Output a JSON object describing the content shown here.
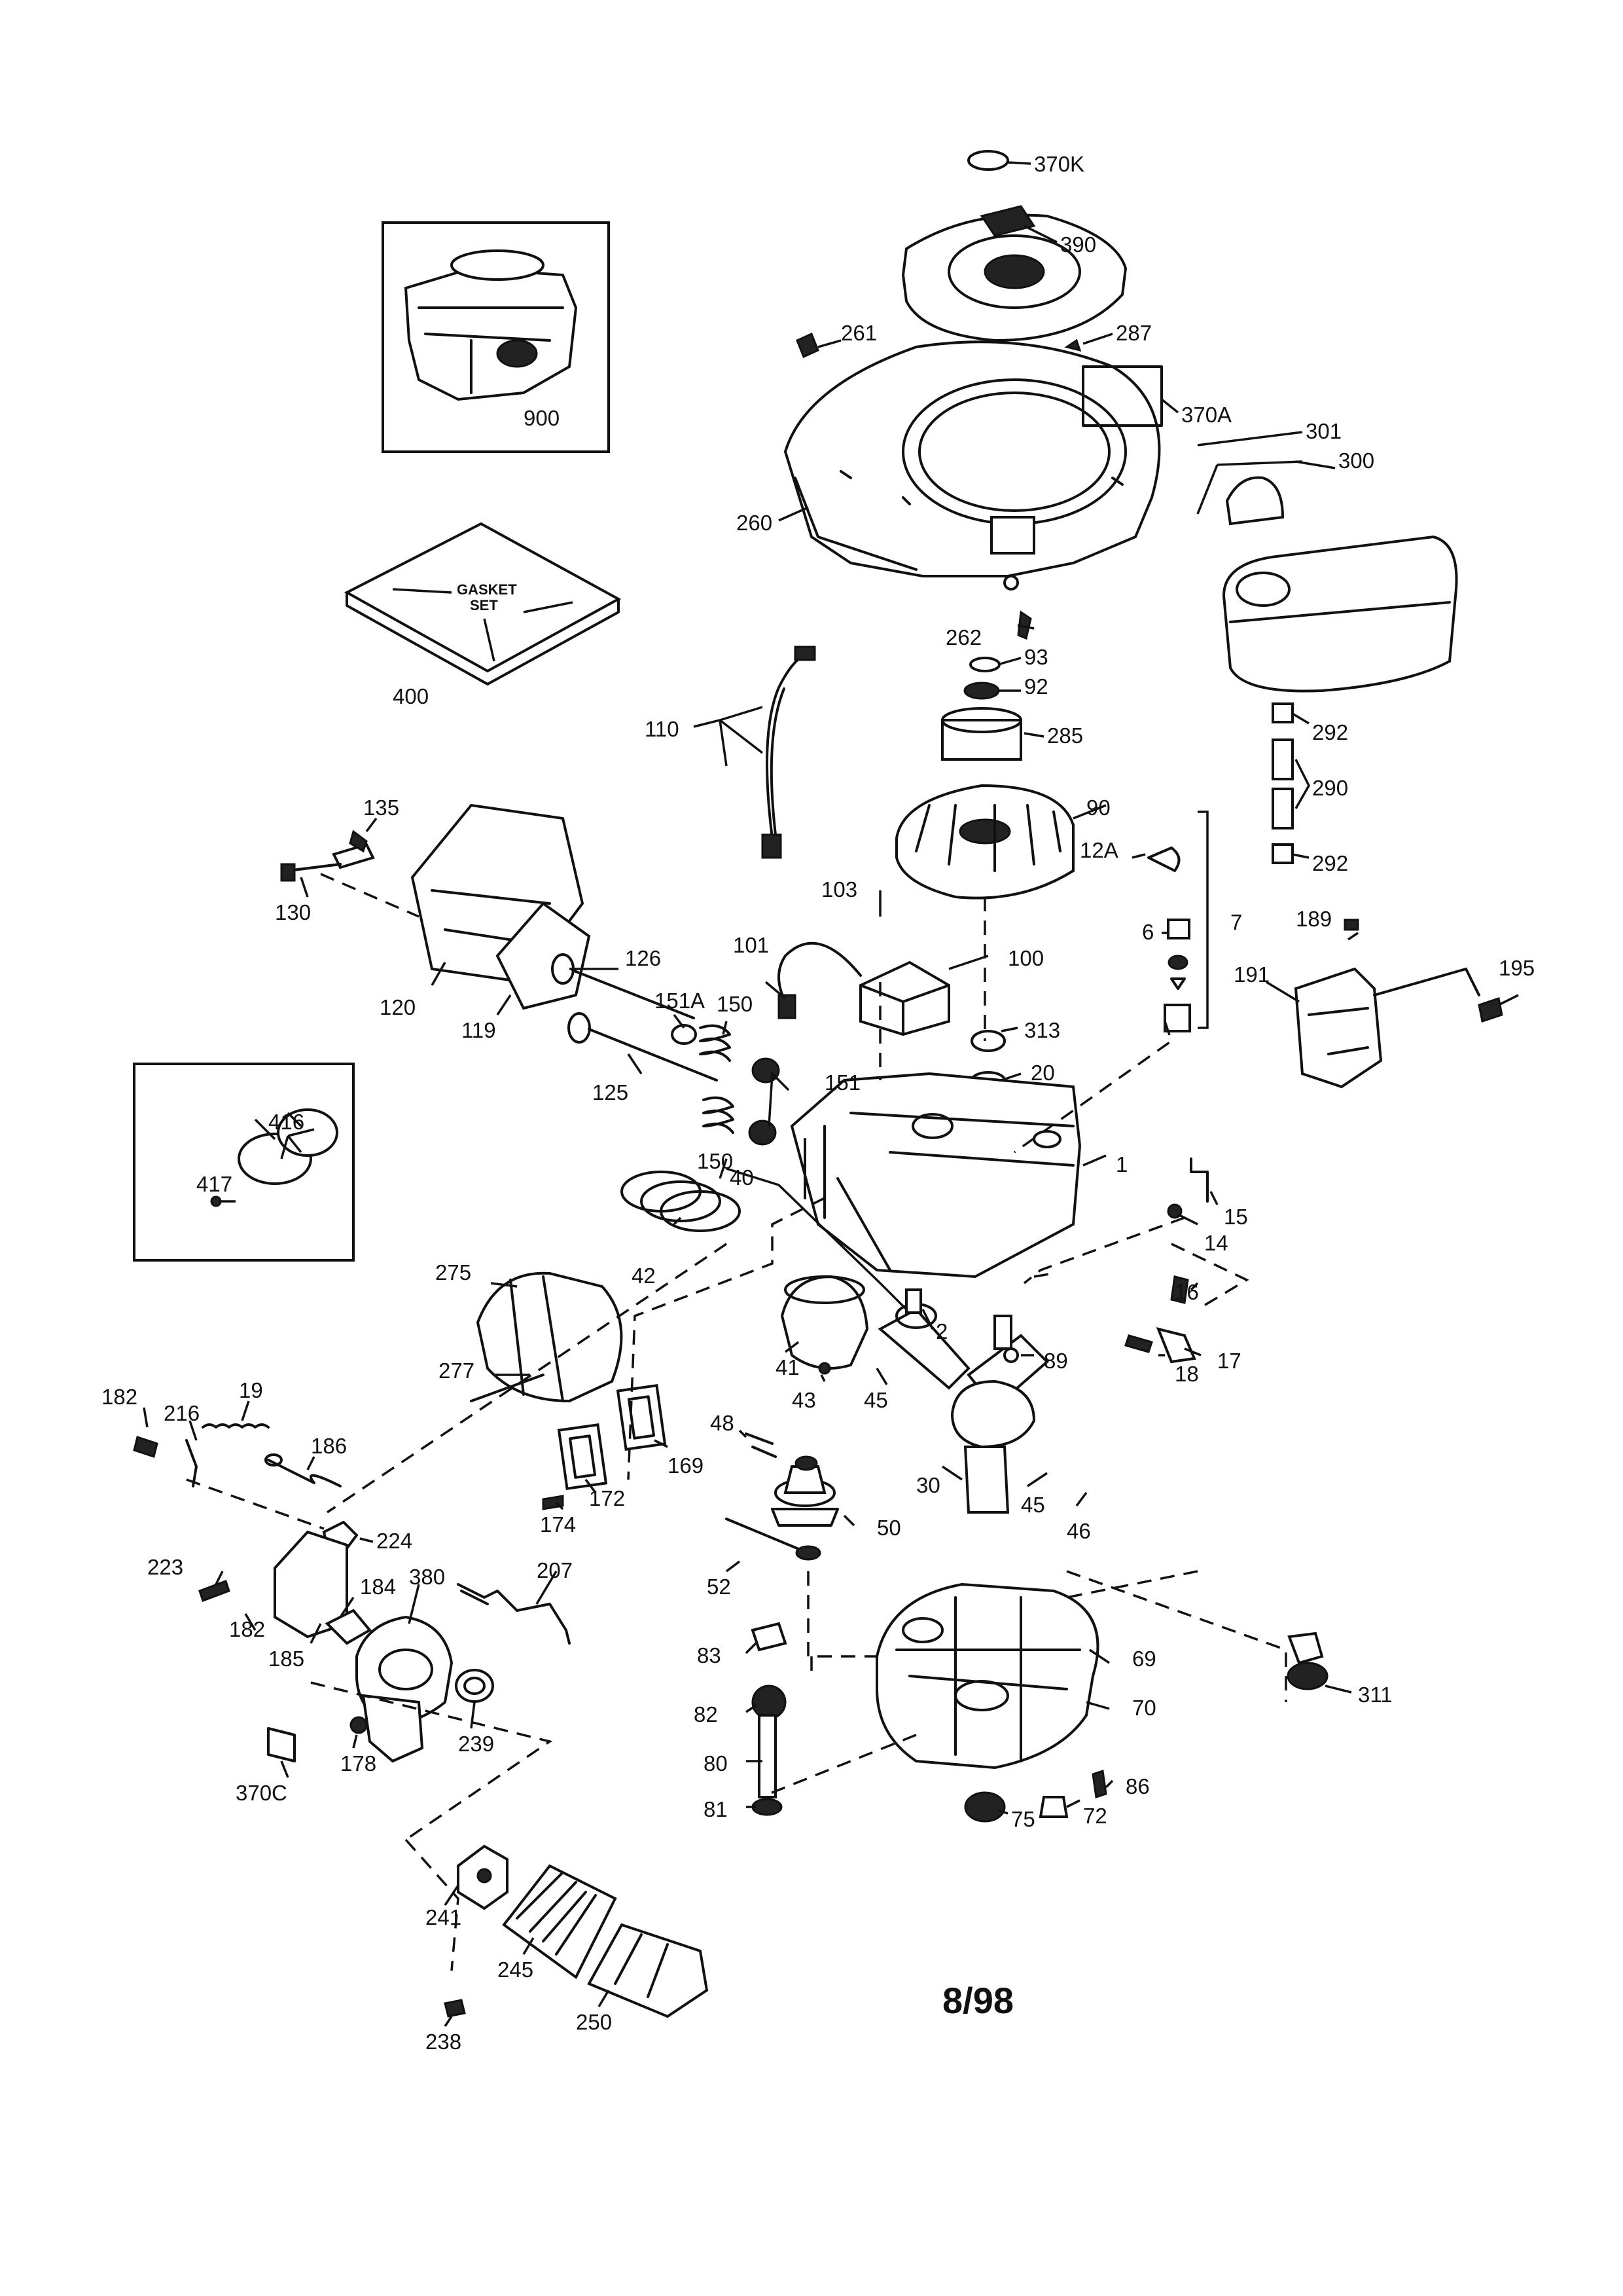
{
  "gasket_text": [
    "GASKET",
    "SET"
  ],
  "date": "8/98",
  "labels": {
    "p370K": "370K",
    "p390": "390",
    "p261": "261",
    "p287": "287",
    "p370A": "370A",
    "p900": "900",
    "p301": "301",
    "p300": "300",
    "p260": "260",
    "p400": "400",
    "p262": "262",
    "p93": "93",
    "p92": "92",
    "p285": "285",
    "p110": "110",
    "p292a": "292",
    "p290": "290",
    "p292b": "292",
    "p90": "90",
    "p12A": "12A",
    "p135": "135",
    "p130": "130",
    "p103": "103",
    "p7": "7",
    "p6": "6",
    "p189": "189",
    "p195": "195",
    "p191": "191",
    "p120": "120",
    "p119": "119",
    "p126": "126",
    "p101": "101",
    "p100": "100",
    "p151A": "151A",
    "p150a": "150",
    "p313": "313",
    "p20": "20",
    "p125": "125",
    "p151": "151",
    "p416": "416",
    "p417": "417",
    "p150b": "150",
    "p40": "40",
    "p1": "1",
    "p15": "15",
    "p14": "14",
    "p42": "42",
    "p275": "275",
    "p16": "16",
    "p2": "2",
    "p17": "17",
    "p89": "89",
    "p18": "18",
    "p41": "41",
    "p277": "277",
    "p43": "43",
    "p45a": "45",
    "p182a": "182",
    "p216": "216",
    "p19": "19",
    "p186": "186",
    "p48": "48",
    "p169": "169",
    "p30": "30",
    "p45b": "45",
    "p172": "172",
    "p174": "174",
    "p50": "50",
    "p46": "46",
    "p224": "224",
    "p223": "223",
    "p380": "380",
    "p207": "207",
    "p52": "52",
    "p184": "184",
    "p182b": "182",
    "p83": "83",
    "p69": "69",
    "p185": "185",
    "p311": "311",
    "p82": "82",
    "p70": "70",
    "p239": "239",
    "p178": "178",
    "p80": "80",
    "p86": "86",
    "p370C": "370C",
    "p81": "81",
    "p75": "75",
    "p72": "72",
    "p241": "241",
    "p245": "245",
    "p250": "250",
    "p238": "238"
  }
}
